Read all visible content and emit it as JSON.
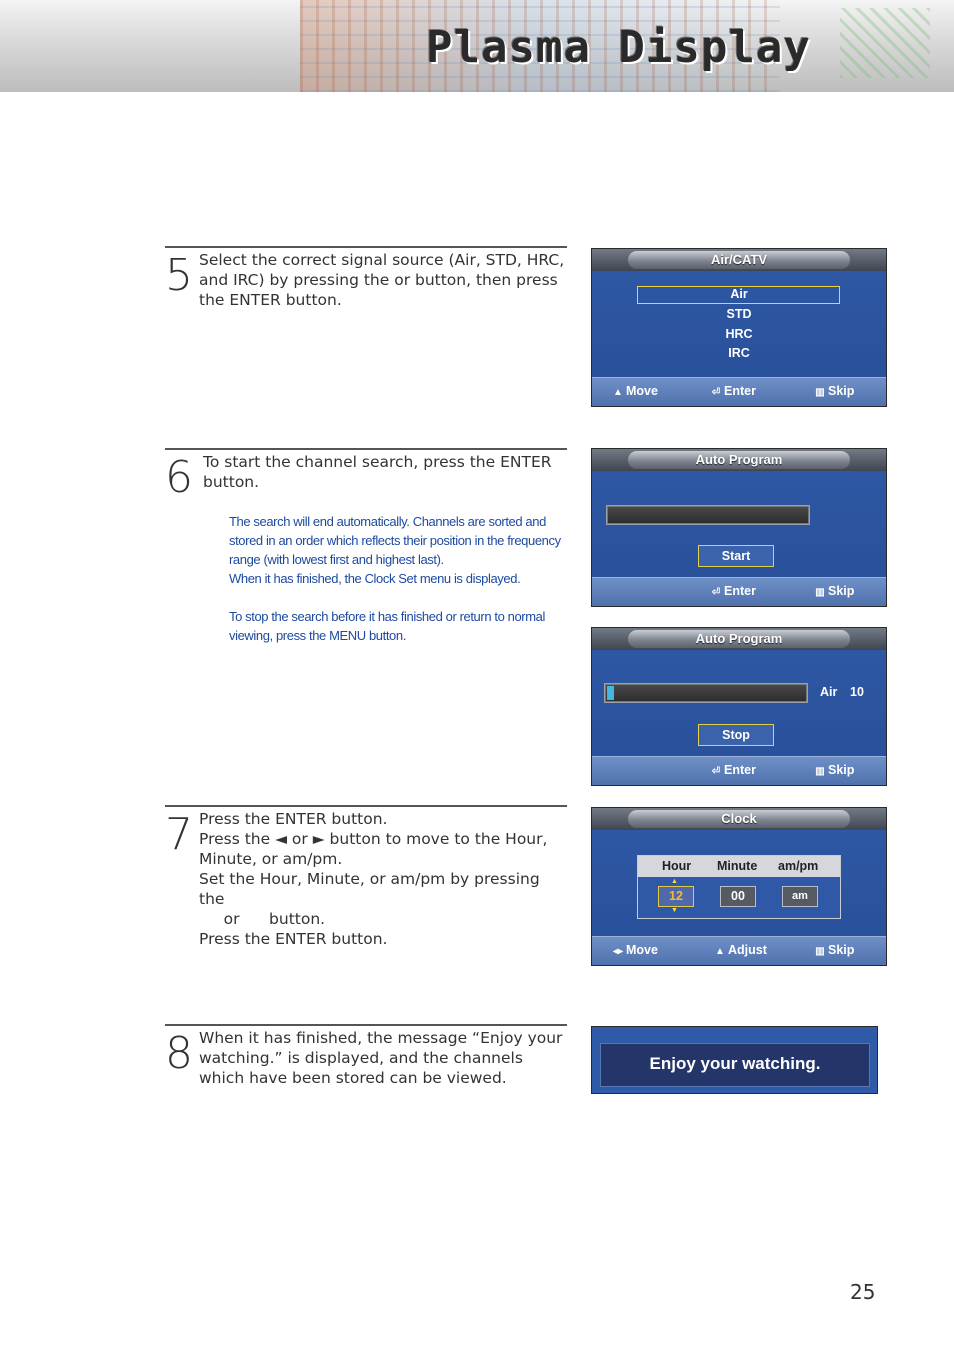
{
  "header": {
    "title": "Plasma Display"
  },
  "steps": [
    {
      "number": "5",
      "lines": [
        "Select the correct signal source (Air, STD, HRC, and IRC) by pressing the      or      button, then press the ENTER button."
      ]
    },
    {
      "number": "6",
      "lines": [
        "To start the channel search, press the ENTER button."
      ],
      "notes": [
        "The search will end automatically. Channels are sorted and stored in an order which reflects their position in the frequency range (with lowest first and highest last).",
        "When it has finished, the Clock Set menu is displayed.",
        "To stop the search before it has finished or return to normal viewing, press the MENU button."
      ]
    },
    {
      "number": "7",
      "lines": [
        "Press the ENTER button.",
        "Press the ◄ or ► button to move to the Hour, Minute, or am/pm.",
        "Set the Hour, Minute, or am/pm by pressing the",
        "     or      button.",
        "Press the ENTER button."
      ]
    },
    {
      "number": "8",
      "lines": [
        "When it has finished, the message “Enjoy your watching.” is displayed, and the channels which have been stored can be viewed."
      ]
    }
  ],
  "screens": {
    "aircatv": {
      "title": "Air/CATV",
      "options": [
        "Air",
        "STD",
        "HRC",
        "IRC"
      ],
      "selected": "Air",
      "footer": {
        "move": "Move",
        "enter": "Enter",
        "skip": "Skip"
      }
    },
    "auto1": {
      "title": "Auto Program",
      "progress": 0.0,
      "button": "Start",
      "footer": {
        "enter": "Enter",
        "skip": "Skip"
      }
    },
    "auto2": {
      "title": "Auto Program",
      "progress": 0.02,
      "source": "Air",
      "channel": "10",
      "button": "Stop",
      "footer": {
        "enter": "Enter",
        "skip": "Skip"
      }
    },
    "clock": {
      "title": "Clock",
      "headers": [
        "Hour",
        "Minute",
        "am/pm"
      ],
      "values": [
        "12",
        "00",
        "am"
      ],
      "footer": {
        "move": "Move",
        "adjust": "Adjust",
        "skip": "Skip"
      }
    },
    "enjoy": {
      "message": "Enjoy your watching."
    }
  },
  "page_number": "25",
  "colors": {
    "osd_blue": "#2f59a6",
    "highlight_yellow": "#f2d23a",
    "note_blue": "#1d4aa0",
    "progress_fill": "#43b7e0"
  },
  "icons": {
    "move": "updown-arrows-icon",
    "move_lr": "leftright-arrows-icon",
    "enter": "enter-icon",
    "skip": "menu-skip-icon"
  }
}
